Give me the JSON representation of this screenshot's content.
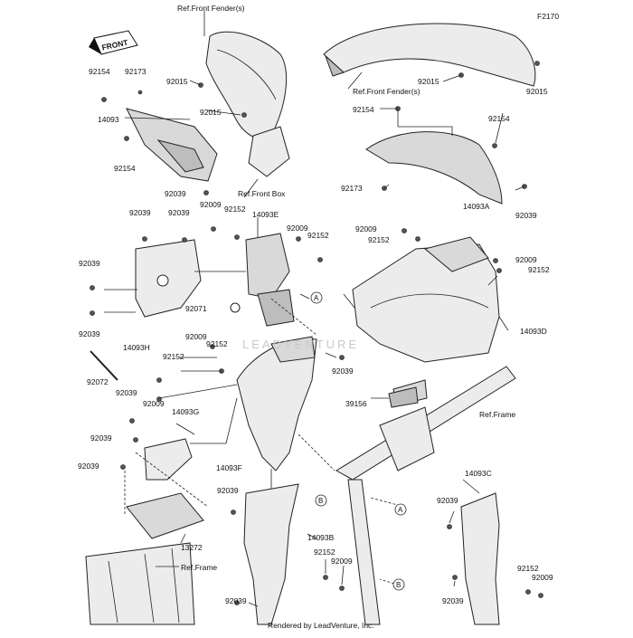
{
  "figure_code": "F2170",
  "front_marker": "FRONT",
  "footer": "Rendered by LeadVenture, Inc.",
  "watermark": "LEADVENTURE",
  "refs": {
    "front_fender_1": "Ref.Front Fender(s)",
    "front_fender_2": "Ref.Front Fender(s)",
    "front_box": "Ref.Front Box",
    "frame_right": "Ref.Frame",
    "frame_left": "Ref.Frame"
  },
  "callouts": [
    "A",
    "A",
    "B",
    "B"
  ],
  "part_numbers": {
    "p_92154_a": "92154",
    "p_92173_a": "92173",
    "p_92015_a": "92015",
    "p_14093_a": "14093",
    "p_92015_b": "92015",
    "p_92154_b": "92154",
    "p_92039_a": "92039",
    "p_92015_c": "92015",
    "p_92015_d": "92015",
    "p_92154_c": "92154",
    "p_92154_d": "92154",
    "p_92173_b": "92173",
    "p_14093A": "14093A",
    "p_92039_b": "92039",
    "p_92039_c": "92039",
    "p_92039_d": "92039",
    "p_92009_a": "92009",
    "p_92152_a": "92152",
    "p_14093E": "14093E",
    "p_92009_b": "92009",
    "p_92152_b": "92152",
    "p_92039_e": "92039",
    "p_92039_f": "92039",
    "p_14093H": "14093H",
    "p_92071": "92071",
    "p_92009_c": "92009",
    "p_92152_c": "92152",
    "p_92009_d": "92009",
    "p_92152_d": "92152",
    "p_14093D": "14093D",
    "p_92072": "92072",
    "p_92009_e": "92009",
    "p_92152_e": "92152",
    "p_92152_f": "92152",
    "p_92039_g": "92039",
    "p_92009_f": "92009",
    "p_92039_h": "92039",
    "p_14093G": "14093G",
    "p_92039_i": "92039",
    "p_14093F": "14093F",
    "p_39156": "39156",
    "p_13272": "13272",
    "p_92039_j": "92039",
    "p_14093B": "14093B",
    "p_92152_g": "92152",
    "p_92009_g": "92009",
    "p_92039_k": "92039",
    "p_14093C": "14093C",
    "p_92039_l": "92039",
    "p_92152_h": "92152",
    "p_92009_h": "92009",
    "p_92039_m": "92039"
  }
}
